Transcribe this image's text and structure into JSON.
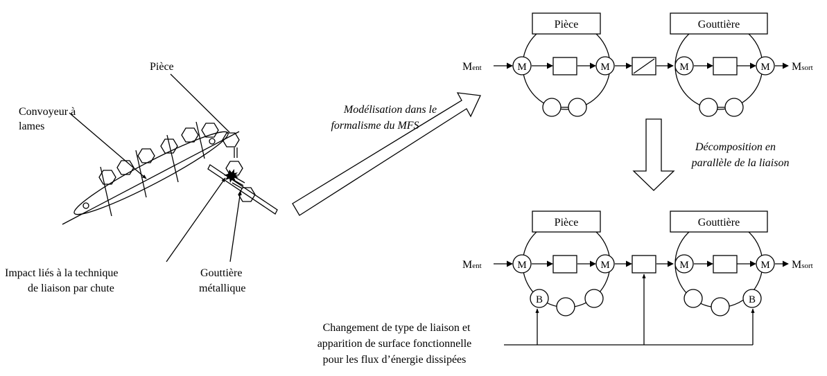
{
  "left_illustration": {
    "label_piece": "Pièce",
    "label_convoyeur_1": "Convoyeur à",
    "label_convoyeur_2": "lames",
    "label_impact_1": "Impact liés à la technique",
    "label_impact_2": "de liaison par chute",
    "label_gouttiere_1": "Gouttière",
    "label_gouttiere_2": "métallique"
  },
  "modelisation_arrow": {
    "line1": "Modélisation dans le",
    "line2": "formalisme du MFS"
  },
  "decomposition_arrow": {
    "line1": "Décomposition en",
    "line2": "parallèle de la liaison"
  },
  "top_model": {
    "piece_label": "Pièce",
    "gouttiere_label": "Gouttière",
    "input_main": "M",
    "input_sub": "ent",
    "output_main": "M",
    "output_sub": "sort",
    "node_m": "M"
  },
  "bottom_model": {
    "piece_label": "Pièce",
    "gouttiere_label": "Gouttière",
    "input_main": "M",
    "input_sub": "ent",
    "output_main": "M",
    "output_sub": "sort",
    "node_m": "M",
    "node_b": "B"
  },
  "caption": {
    "line1": "Changement de type de liaison et",
    "line2": "apparition de surface fonctionnelle",
    "line3": "pour les flux d’énergie dissipées"
  }
}
